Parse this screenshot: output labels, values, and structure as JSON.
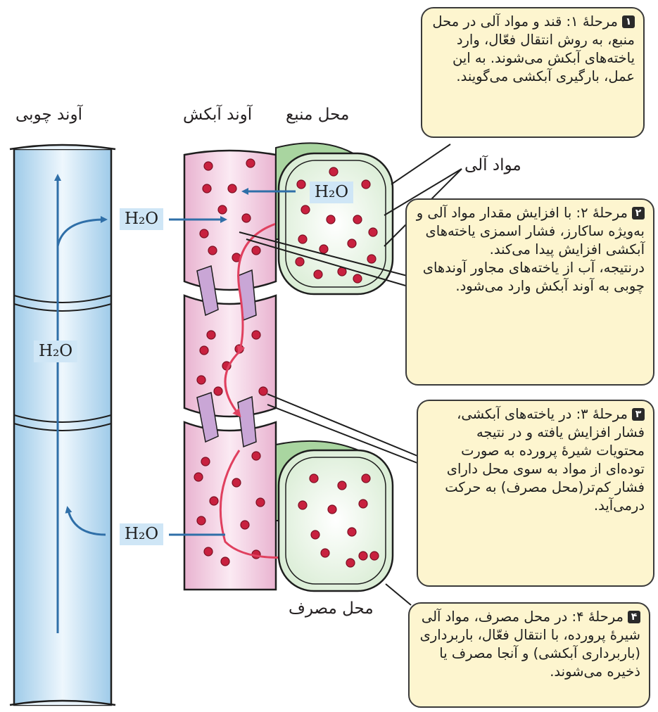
{
  "labels": {
    "xylem": "آوند چوبی",
    "phloem": "آوند آبکش",
    "source": "محل منبع",
    "sink": "محل مصرف",
    "organic": "مواد آلی",
    "h2o": "H₂O"
  },
  "steps": [
    {
      "num": "۱",
      "text": "مرحلهٔ ۱: قند و مواد آلی در محل منبع، به روش انتقال فعّال، وارد یاخته‌های آبکش می‌شوند. به این عمل، بارگیری آبکشی می‌گویند."
    },
    {
      "num": "۲",
      "text": "مرحلهٔ ۲: با افزایش مقدار مواد آلی و به‌ویژه ساکارز، فشار اسمزی یاخته‌های آبکشی افزایش پیدا می‌کند.",
      "text2": "درنتیجه، آب از یاخته‌های مجاور آوندهای چوبی به آوند آبکش وارد می‌شود."
    },
    {
      "num": "۳",
      "text": "مرحلهٔ ۳: در یاخته‌های آبکشی، فشار افزایش یافته و در نتیجه محتویات شیرهٔ پرورده به صورت توده‌ای از مواد به سوی محل دارای فشار کم‌تر(محل مصرف) به حرکت درمی‌آید."
    },
    {
      "num": "۴",
      "text": "مرحلهٔ ۴: در محل مصرف، مواد آلی شیرهٔ پرورده، با انتقال فعّال، باربرداری (باربرداری آبکشی) و آنجا مصرف یا ذخیره می‌شوند."
    }
  ],
  "colors": {
    "xylem_fill": "#cfe7f6",
    "phloem_fill": "#f4cfe2",
    "cell_fill": "#e9f4e6",
    "companion": "#a9d5a0",
    "sugar": "#c8213f",
    "water_arrow": "#2f6fa8",
    "flow_arrow": "#e0405f",
    "box_fill": "#fdf5cf"
  }
}
